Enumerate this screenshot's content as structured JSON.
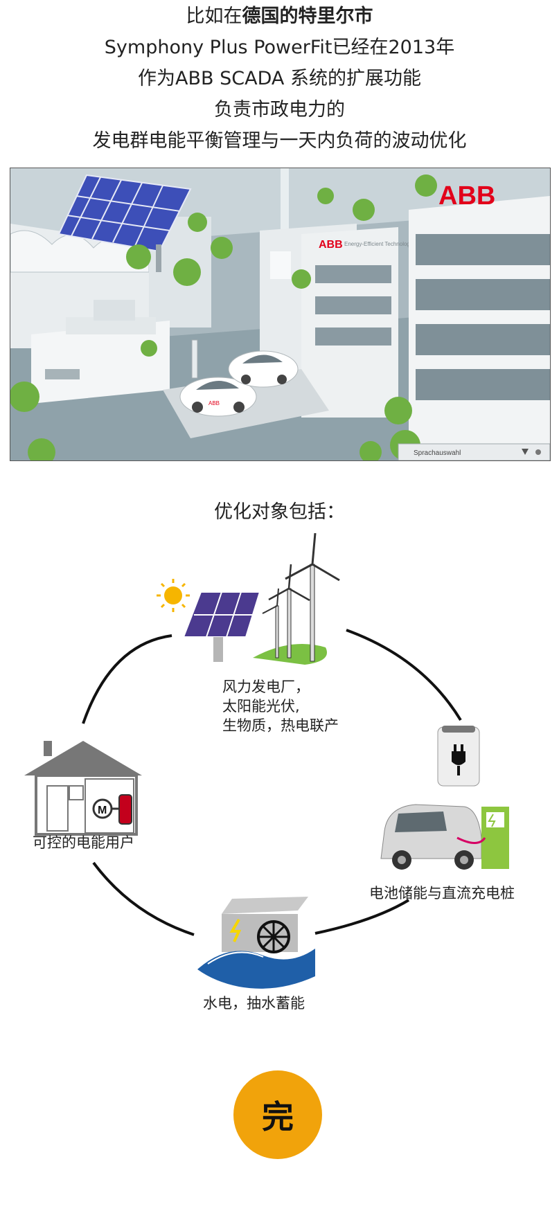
{
  "intro": {
    "line1_prefix": "比如在",
    "line1_bold": "德国的特里尔市",
    "line2": "Symphony Plus PowerFit已经在2013年",
    "line3": "作为ABB SCADA 系统的扩展功能",
    "line4": "负责市政电力的",
    "line5": "发电群电能平衡管理与一天内负荷的波动优化"
  },
  "scene": {
    "brand": "ABB",
    "car_brand": "ABB",
    "building_sign": "ABB",
    "sign_text": "Energy-Efficient Technologies",
    "language_button": "Sprachauswahl"
  },
  "optimization": {
    "title": "优化对象包括：",
    "items": [
      {
        "lines": [
          "风力发电厂，",
          "太阳能光伏,",
          "生物质，热电联产"
        ]
      },
      {
        "label": "电池储能与直流充电桩"
      },
      {
        "label": "水电，抽水蓄能"
      },
      {
        "label": "可控的电能用户"
      }
    ],
    "motor_letter": "M"
  },
  "end_badge": "完",
  "colors": {
    "accent": "#f1a30b",
    "solar": "#4b3a8f",
    "grass": "#7bc043",
    "water": "#1f5fa8",
    "charger": "#8dc63f",
    "abb_red": "#e2001a"
  }
}
